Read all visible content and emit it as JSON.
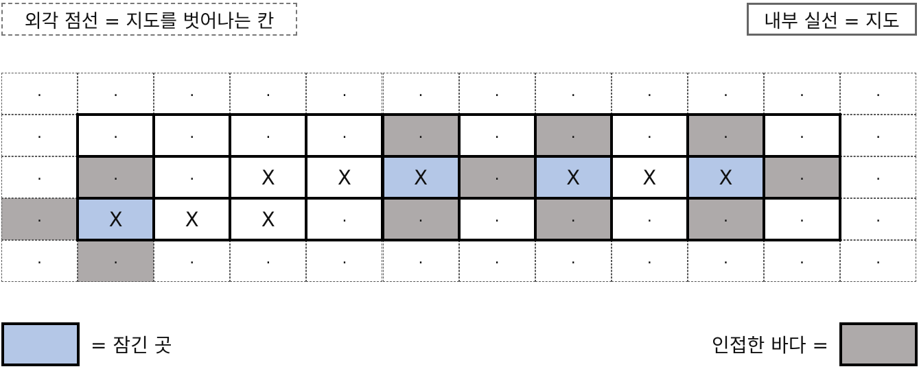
{
  "legend": {
    "dashed_text": "외각 점선 = 지도를 벗어나는 칸",
    "solid_text": "내부 실선 = 지도",
    "submerged_text": "= 잠긴 곳",
    "adjacent_sea_text": "인접한 바다 ="
  },
  "colors": {
    "submerged": "#b4c7e7",
    "adjacent_sea": "#aeaaaa",
    "border_solid": "#000000",
    "border_dashed": "#555555"
  },
  "grid": {
    "rows": 5,
    "cols": 12,
    "map_rows": [
      1,
      3
    ],
    "map_cols": [
      1,
      10
    ],
    "cells": [
      [
        ".",
        ".",
        ".",
        ".",
        ".",
        ".",
        ".",
        ".",
        ".",
        ".",
        ".",
        "."
      ],
      [
        ".",
        ".",
        ".",
        ".",
        ".",
        ".",
        ".",
        ".",
        ".",
        ".",
        ".",
        "."
      ],
      [
        ".",
        ".",
        ".",
        "X",
        "X",
        "X",
        ".",
        "X",
        "X",
        "X",
        ".",
        "."
      ],
      [
        ".",
        "X",
        "X",
        "X",
        ".",
        ".",
        ".",
        ".",
        ".",
        ".",
        ".",
        "."
      ],
      [
        ".",
        ".",
        ".",
        ".",
        ".",
        ".",
        ".",
        ".",
        ".",
        ".",
        ".",
        "."
      ]
    ],
    "fills": [
      [
        "",
        "",
        "",
        "",
        "",
        "",
        "",
        "",
        "",
        "",
        "",
        ""
      ],
      [
        "",
        "",
        "",
        "",
        "",
        "sea",
        "",
        "sea",
        "",
        "sea",
        "",
        ""
      ],
      [
        "",
        "sea",
        "",
        "",
        "",
        "submerged",
        "sea",
        "submerged",
        "",
        "submerged",
        "sea",
        ""
      ],
      [
        "sea",
        "submerged",
        "",
        "",
        "",
        "sea",
        "",
        "sea",
        "",
        "sea",
        "",
        ""
      ],
      [
        "",
        "sea",
        "",
        "",
        "",
        "",
        "",
        "",
        "",
        "",
        "",
        ""
      ]
    ]
  }
}
